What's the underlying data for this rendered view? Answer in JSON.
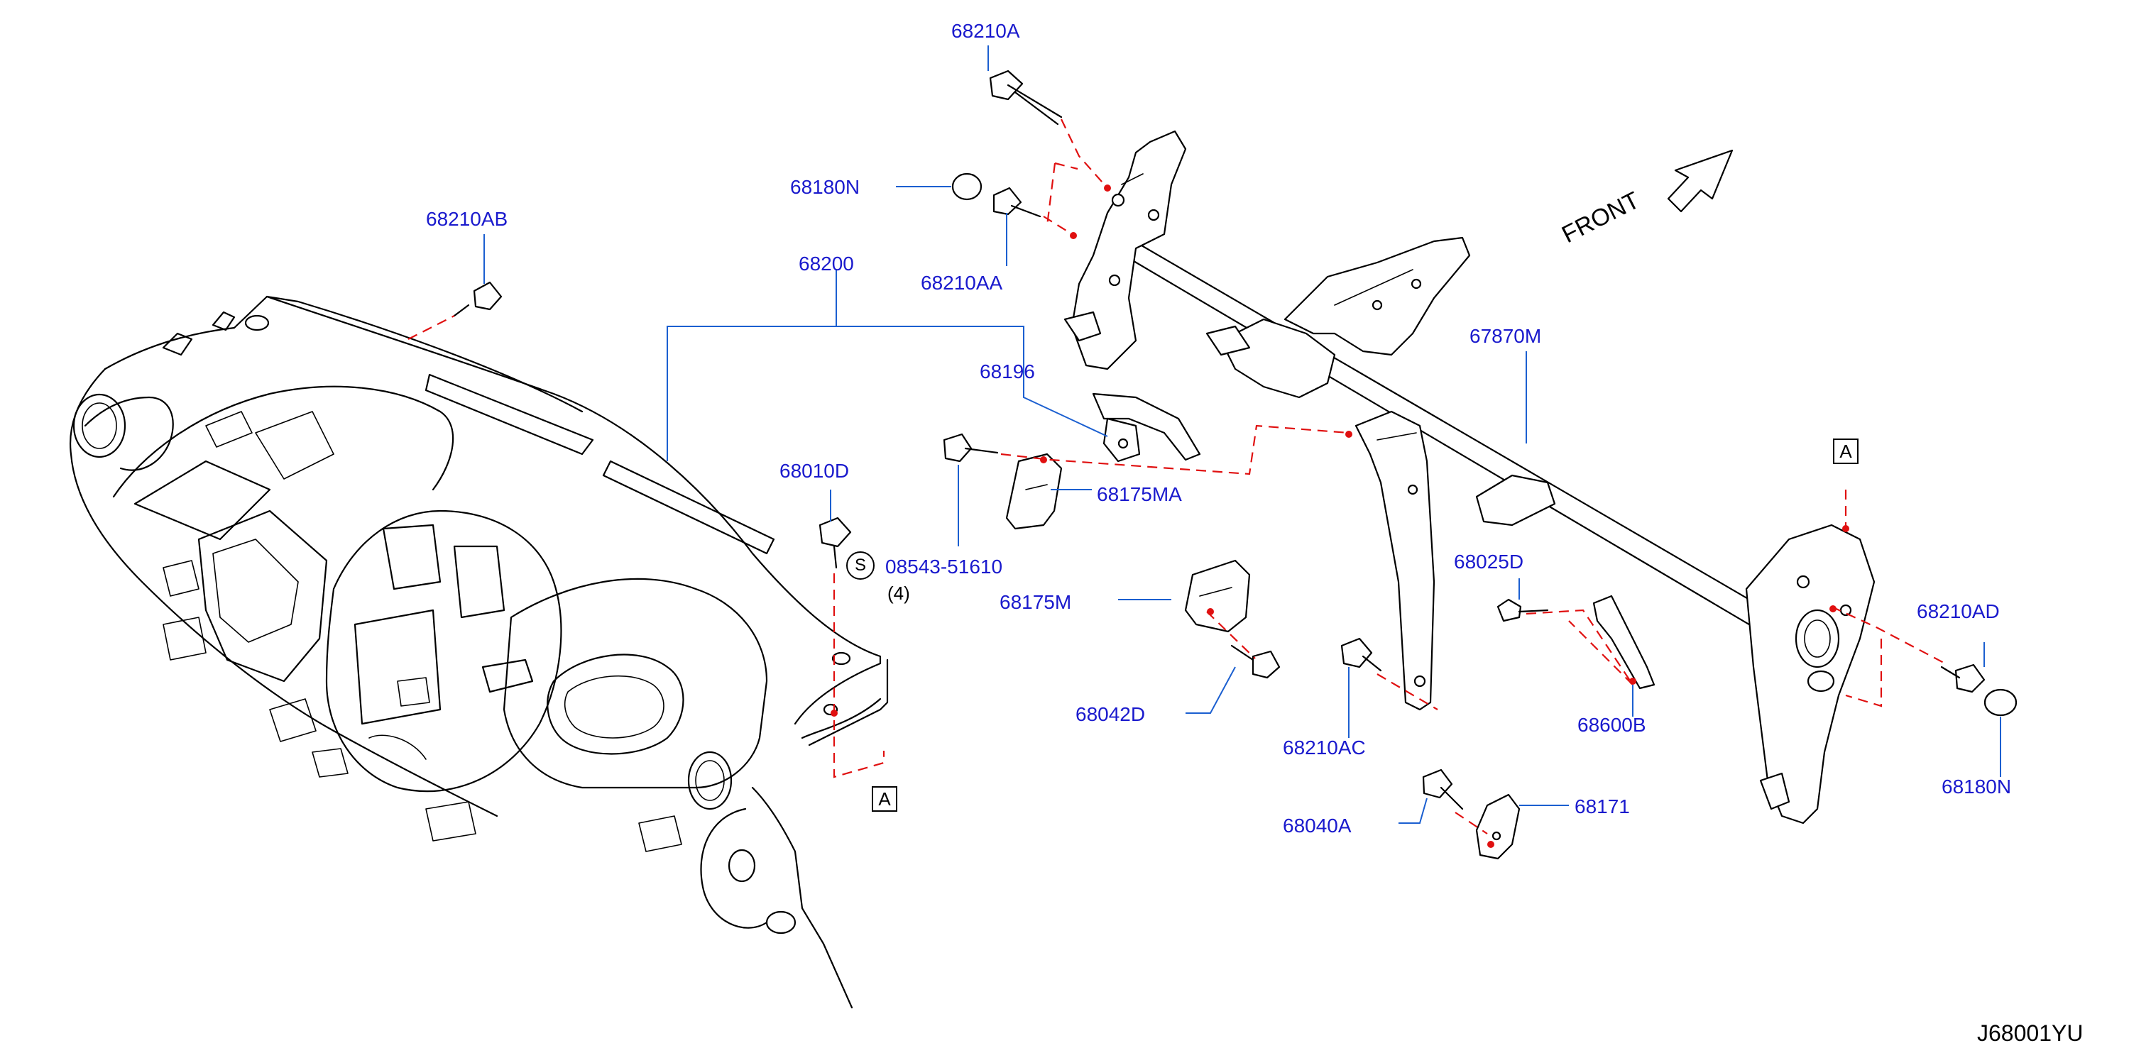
{
  "diagram": {
    "front_label": "FRONT",
    "diagram_code": "J68001YU",
    "parts": {
      "p68210A": "68210A",
      "p68180N_top": "68180N",
      "p68210AA": "68210AA",
      "p68210AB": "68210AB",
      "p68200": "68200",
      "p68196": "68196",
      "p67870M": "67870M",
      "p68010D": "68010D",
      "p08543_51610": "08543-51610",
      "p68175MA": "68175MA",
      "p68175M": "68175M",
      "p68042D": "68042D",
      "p68025D": "68025D",
      "p68210AC": "68210AC",
      "p68600B": "68600B",
      "p68210AD": "68210AD",
      "p68180N_right": "68180N",
      "p68040A": "68040A",
      "p68171": "68171"
    },
    "qty_note": "(4)",
    "s_symbol": "S",
    "ref_a_left": "A",
    "ref_a_right": "A",
    "colors": {
      "part_label": "#1a1acd",
      "leader": "#1b5fd0",
      "dashed_link": "#e01010",
      "outline": "#000000"
    }
  }
}
